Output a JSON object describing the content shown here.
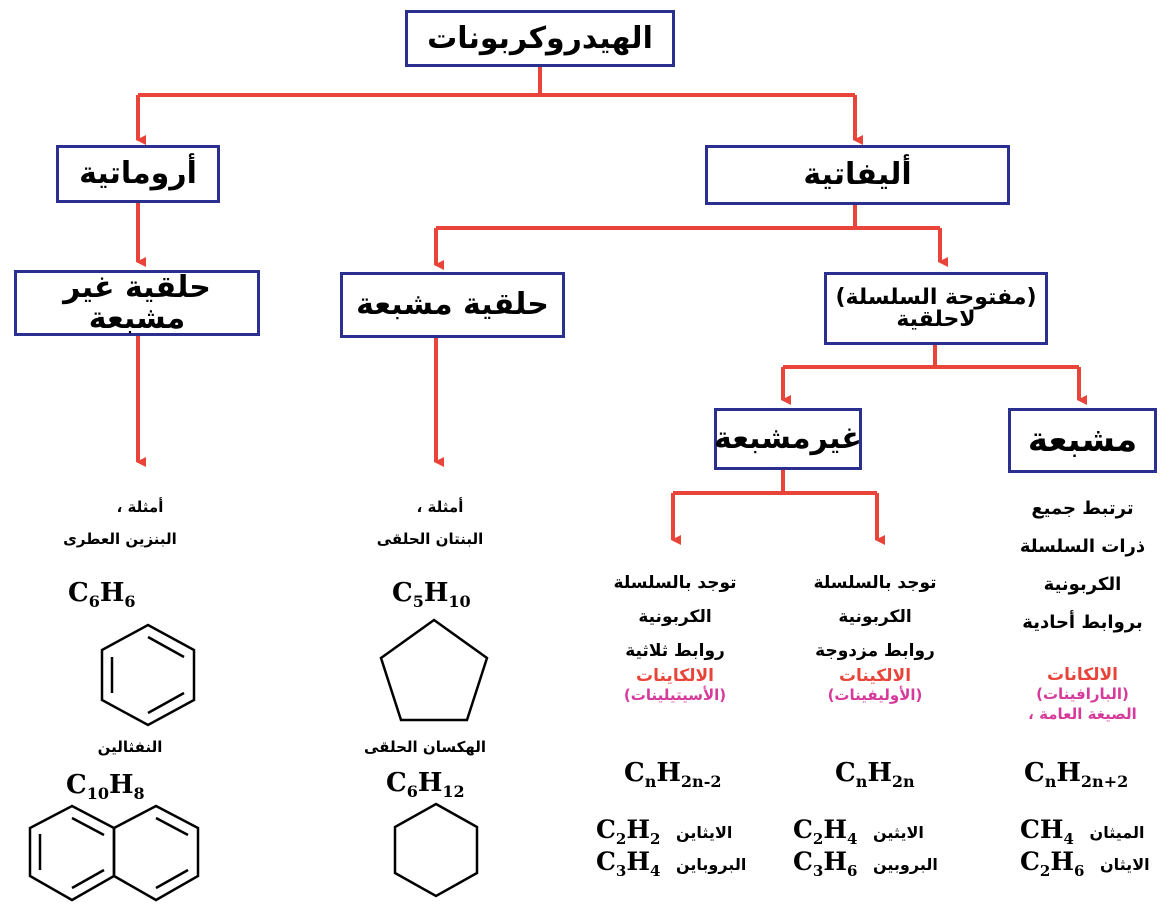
{
  "root": {
    "label": "الهيدروكربونات"
  },
  "aromatic": {
    "label": "أروماتية",
    "cyclic_unsat": {
      "label": "حلقية غير مشبعة"
    },
    "examples_label": "أمثلة ،",
    "benzene": {
      "name": "البنزين العطرى",
      "formula_base": "C",
      "n1": "6",
      "formula_h": "H",
      "n2": "6"
    },
    "naphthalene": {
      "name": "النفثالين",
      "formula_base": "C",
      "n1": "10",
      "formula_h": "H",
      "n2": "8"
    }
  },
  "aliphatic": {
    "label": "أليفاتية",
    "cyclic_sat": {
      "label": "حلقية مشبعة",
      "examples_label": "أمثلة ،",
      "cyclopentane": {
        "name": "البنتان الحلقى",
        "formula_base": "C",
        "n1": "5",
        "formula_h": "H",
        "n2": "10"
      },
      "cyclohexane": {
        "name": "الهكسان الحلقى",
        "formula_base": "C",
        "n1": "6",
        "formula_h": "H",
        "n2": "12"
      }
    },
    "open_chain": {
      "label_line1": "(مفتوحة السلسلة)",
      "label_line2": "لاحلقية",
      "saturated": {
        "label": "مشبعة",
        "desc": [
          "ترتبط جميع",
          "ذرات السلسلة",
          "الكربونية",
          "بروابط أحادية"
        ],
        "class_name": "الالكانات",
        "alt_name": "(البارافينات)",
        "general_label": "الصيغة العامة ،",
        "general_formula": {
          "base": "C",
          "s1": "n",
          "h": "H",
          "s2": "2n+2"
        },
        "ex1": {
          "formula": "CH",
          "sub": "4",
          "name": "الميثان"
        },
        "ex2": {
          "formula": "C",
          "sub1": "2",
          "h": "H",
          "sub2": "6",
          "name": "الايثان"
        }
      },
      "unsaturated": {
        "label": "غيرمشبعة",
        "double": {
          "desc": [
            "توجد بالسلسلة",
            "الكربونية",
            "روابط مزدوجة"
          ],
          "class_name": "الالكينات",
          "alt_name": "(الأوليفينات)",
          "general_formula": {
            "base": "C",
            "s1": "n",
            "h": "H",
            "s2": "2n"
          },
          "ex1": {
            "formula": "C",
            "sub1": "2",
            "h": "H",
            "sub2": "4",
            "name": "الايثين"
          },
          "ex2": {
            "formula": "C",
            "sub1": "3",
            "h": "H",
            "sub2": "6",
            "name": "البروبين"
          }
        },
        "triple": {
          "desc": [
            "توجد بالسلسلة",
            "الكربونية",
            "روابط ثلاثية"
          ],
          "class_name": "الالكاينات",
          "alt_name": "(الأسيتيلينات)",
          "general_formula": {
            "base": "C",
            "s1": "n",
            "h": "H",
            "s2": "2n-2"
          },
          "ex1": {
            "formula": "C",
            "sub1": "2",
            "h": "H",
            "sub2": "2",
            "name": "الايثاين"
          },
          "ex2": {
            "formula": "C",
            "sub1": "3",
            "h": "H",
            "sub2": "4",
            "name": "البروباين"
          }
        }
      }
    }
  },
  "colors": {
    "arrow": "#e8443a",
    "box_border": "#2b2f8f",
    "class_name": "#e8443a",
    "alt_name": "#d63a9a"
  }
}
